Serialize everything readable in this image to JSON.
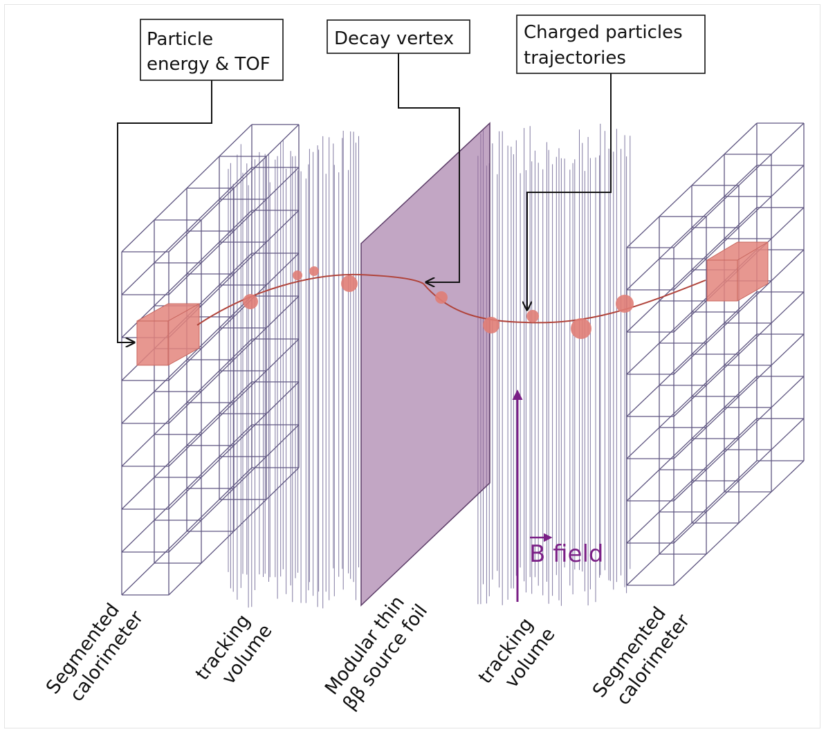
{
  "callouts": {
    "energy": [
      "Particle",
      "energy & TOF"
    ],
    "vertex": [
      "Decay vertex"
    ],
    "trajectories": [
      "Charged particles",
      "trajectories"
    ]
  },
  "labels": {
    "left_calorimeter": [
      "Segmented",
      "calorimeter"
    ],
    "left_tracking": [
      "tracking",
      "volume"
    ],
    "foil": [
      "Modular thin",
      "ββ source foil"
    ],
    "right_tracking": [
      "tracking",
      "volume"
    ],
    "right_calorimeter": [
      "Segmented",
      "calorimeter"
    ]
  },
  "field_label": "B field",
  "colors": {
    "grid": "#5e5580",
    "wires": "#6a6090",
    "foil_fill": "#9a6a9c",
    "foil_stroke": "#5a3a66",
    "track": "#b0433a",
    "hit": "#e07d75",
    "hit_block": "#e3857d",
    "field": "#7a1f86",
    "callout_line": "#111111"
  }
}
